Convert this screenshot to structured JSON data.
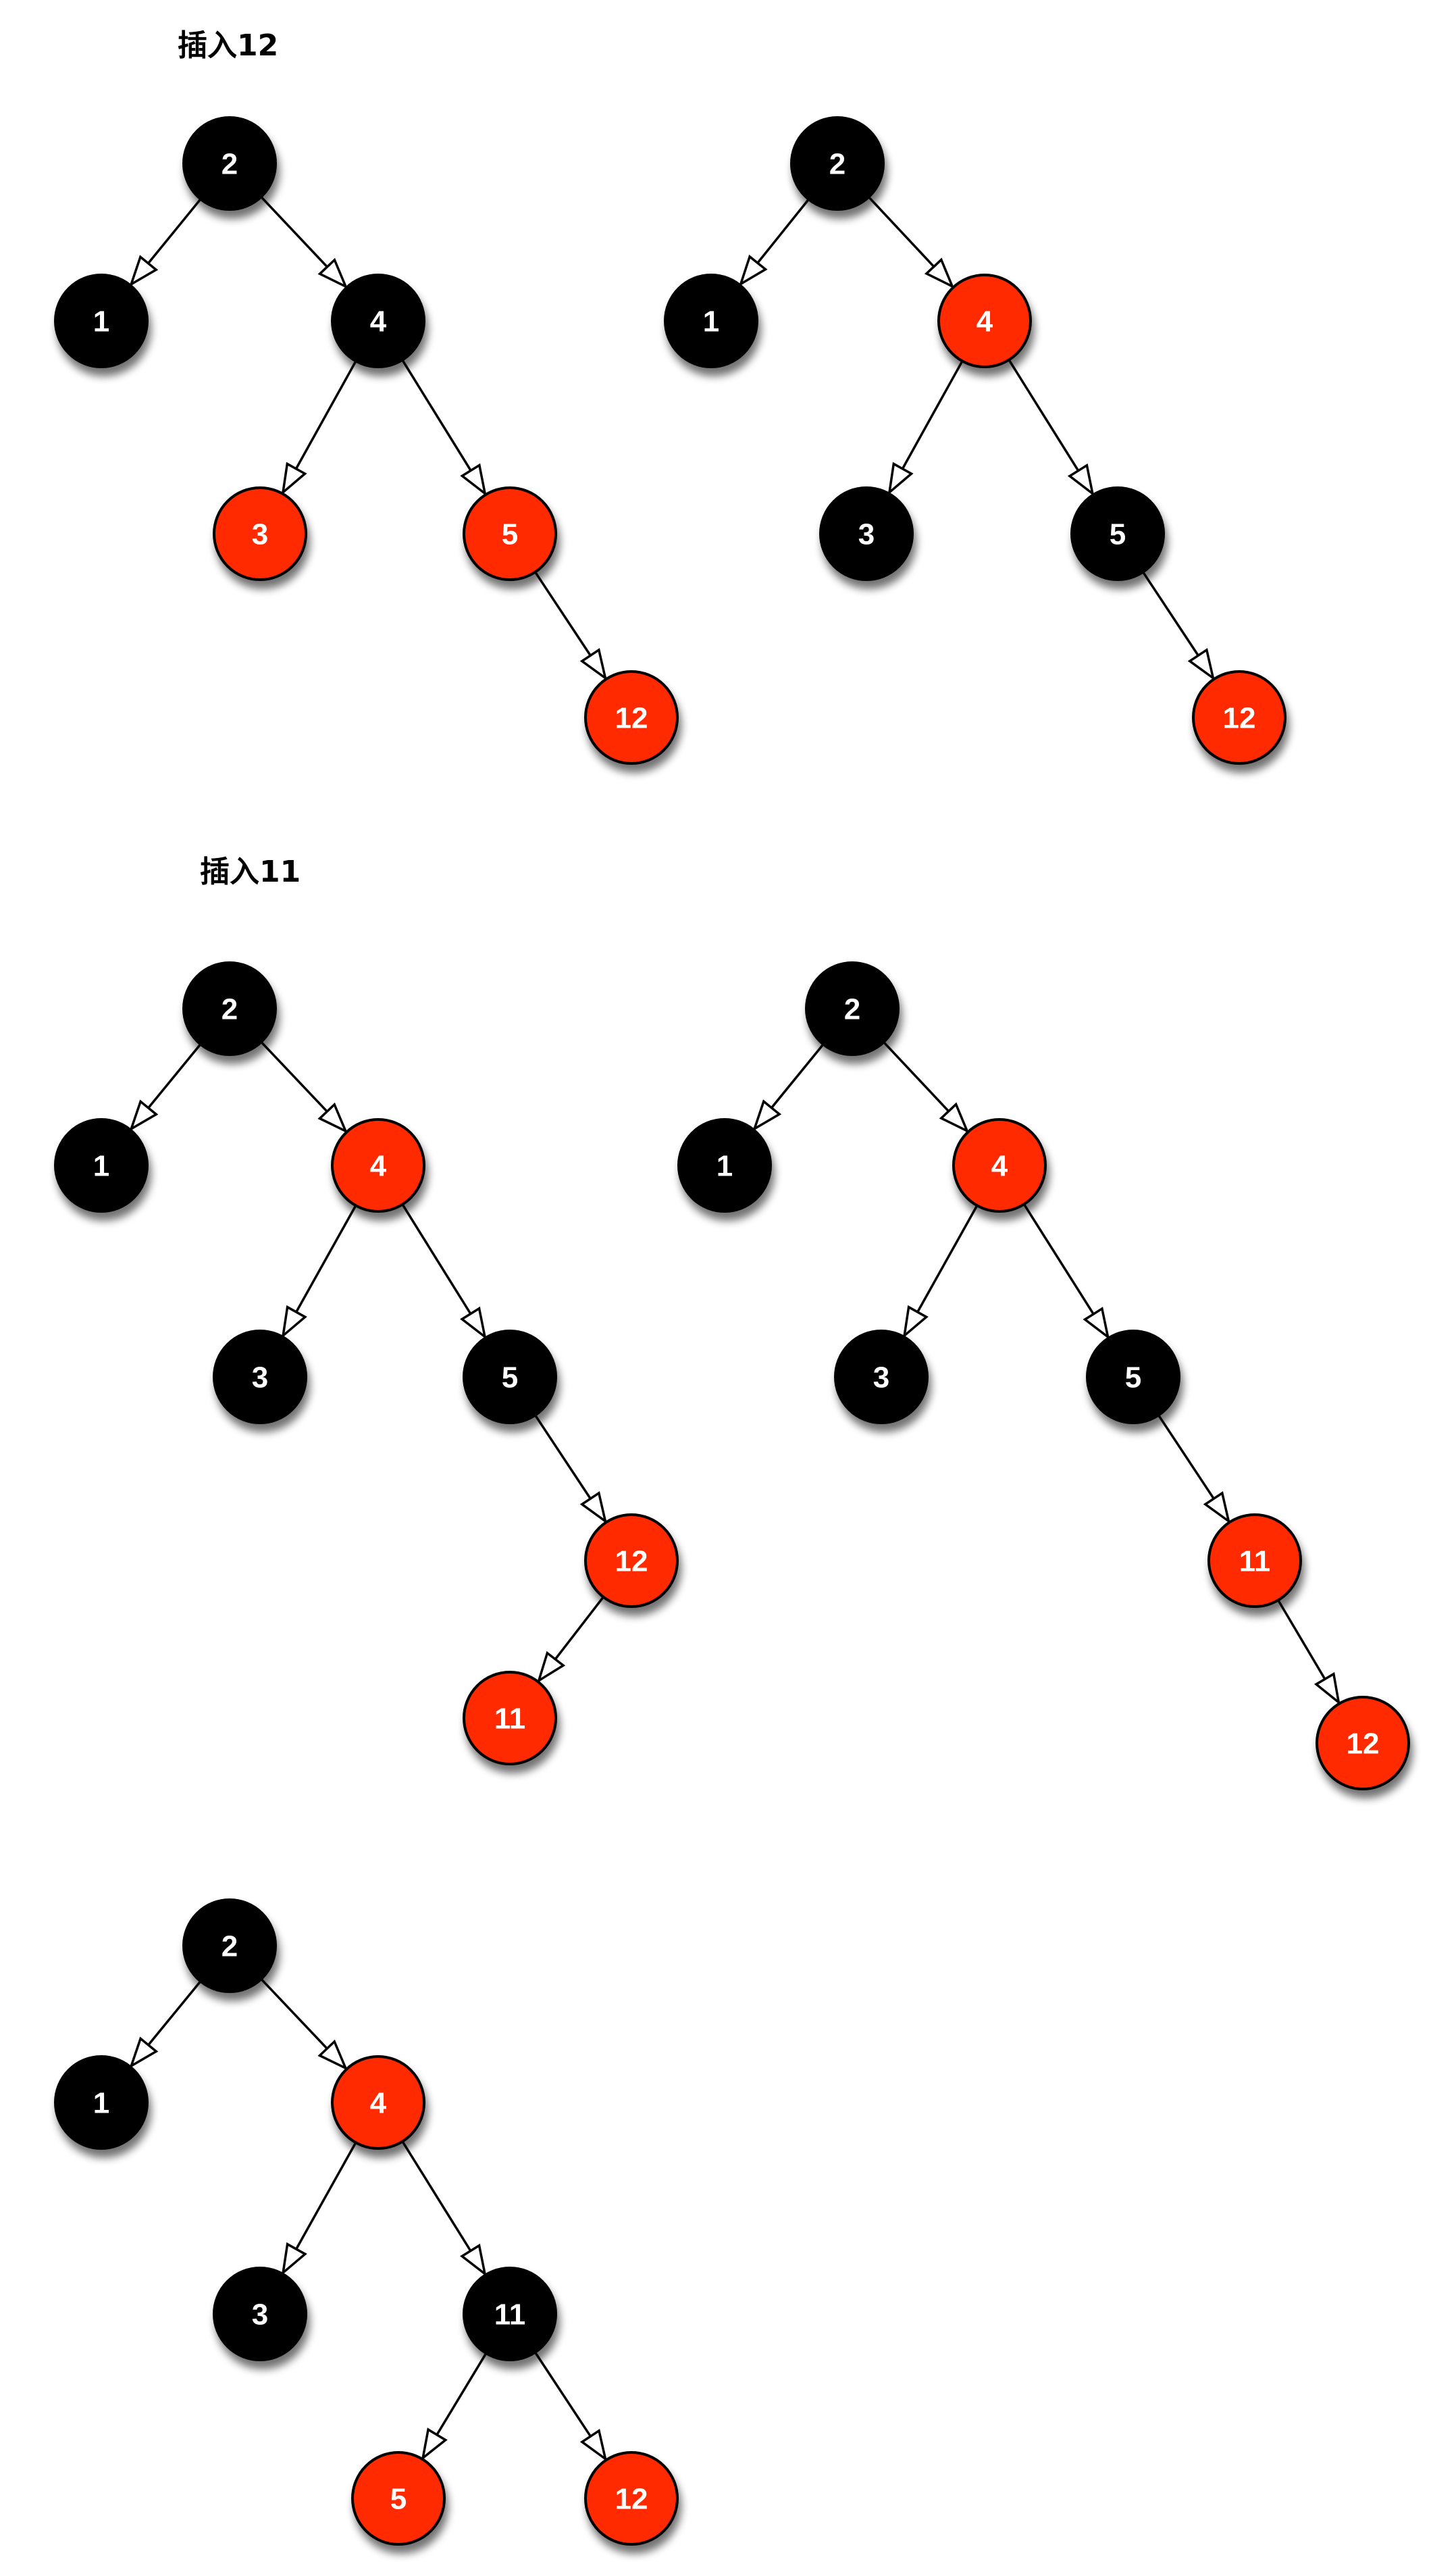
{
  "colors": {
    "red": "#ff2a00",
    "black": "#000000",
    "label": "#ffffff",
    "edge": "#000000",
    "arrowhead_fill": "#ffffff"
  },
  "sections": [
    {
      "id": "insert-12",
      "title": "插入12"
    },
    {
      "id": "insert-11",
      "title": "插入11"
    }
  ],
  "trees": [
    {
      "id": "tree-1",
      "section": "insert-12",
      "nodes": [
        {
          "id": "n2",
          "label": "2",
          "color": "black"
        },
        {
          "id": "n1",
          "label": "1",
          "color": "black"
        },
        {
          "id": "n4",
          "label": "4",
          "color": "black"
        },
        {
          "id": "n3",
          "label": "3",
          "color": "red"
        },
        {
          "id": "n5",
          "label": "5",
          "color": "red"
        },
        {
          "id": "n12",
          "label": "12",
          "color": "red"
        }
      ],
      "edges": [
        [
          "n2",
          "n1"
        ],
        [
          "n2",
          "n4"
        ],
        [
          "n4",
          "n3"
        ],
        [
          "n4",
          "n5"
        ],
        [
          "n5",
          "n12"
        ]
      ]
    },
    {
      "id": "tree-2",
      "section": "insert-12",
      "nodes": [
        {
          "id": "n2",
          "label": "2",
          "color": "black"
        },
        {
          "id": "n1",
          "label": "1",
          "color": "black"
        },
        {
          "id": "n4",
          "label": "4",
          "color": "red"
        },
        {
          "id": "n3",
          "label": "3",
          "color": "black"
        },
        {
          "id": "n5",
          "label": "5",
          "color": "black"
        },
        {
          "id": "n12",
          "label": "12",
          "color": "red"
        }
      ],
      "edges": [
        [
          "n2",
          "n1"
        ],
        [
          "n2",
          "n4"
        ],
        [
          "n4",
          "n3"
        ],
        [
          "n4",
          "n5"
        ],
        [
          "n5",
          "n12"
        ]
      ]
    },
    {
      "id": "tree-3",
      "section": "insert-11",
      "nodes": [
        {
          "id": "n2",
          "label": "2",
          "color": "black"
        },
        {
          "id": "n1",
          "label": "1",
          "color": "black"
        },
        {
          "id": "n4",
          "label": "4",
          "color": "red"
        },
        {
          "id": "n3",
          "label": "3",
          "color": "black"
        },
        {
          "id": "n5",
          "label": "5",
          "color": "black"
        },
        {
          "id": "n12",
          "label": "12",
          "color": "red"
        },
        {
          "id": "n11",
          "label": "11",
          "color": "red"
        }
      ],
      "edges": [
        [
          "n2",
          "n1"
        ],
        [
          "n2",
          "n4"
        ],
        [
          "n4",
          "n3"
        ],
        [
          "n4",
          "n5"
        ],
        [
          "n5",
          "n12"
        ],
        [
          "n12",
          "n11"
        ]
      ]
    },
    {
      "id": "tree-4",
      "section": "insert-11",
      "nodes": [
        {
          "id": "n2",
          "label": "2",
          "color": "black"
        },
        {
          "id": "n1",
          "label": "1",
          "color": "black"
        },
        {
          "id": "n4",
          "label": "4",
          "color": "red"
        },
        {
          "id": "n3",
          "label": "3",
          "color": "black"
        },
        {
          "id": "n5",
          "label": "5",
          "color": "black"
        },
        {
          "id": "n11",
          "label": "11",
          "color": "red"
        },
        {
          "id": "n12",
          "label": "12",
          "color": "red"
        }
      ],
      "edges": [
        [
          "n2",
          "n1"
        ],
        [
          "n2",
          "n4"
        ],
        [
          "n4",
          "n3"
        ],
        [
          "n4",
          "n5"
        ],
        [
          "n5",
          "n11"
        ],
        [
          "n11",
          "n12"
        ]
      ]
    },
    {
      "id": "tree-5",
      "section": "insert-11",
      "nodes": [
        {
          "id": "n2",
          "label": "2",
          "color": "black"
        },
        {
          "id": "n1",
          "label": "1",
          "color": "black"
        },
        {
          "id": "n4",
          "label": "4",
          "color": "red"
        },
        {
          "id": "n3",
          "label": "3",
          "color": "black"
        },
        {
          "id": "n11",
          "label": "11",
          "color": "black"
        },
        {
          "id": "n5",
          "label": "5",
          "color": "red"
        },
        {
          "id": "n12",
          "label": "12",
          "color": "red"
        }
      ],
      "edges": [
        [
          "n2",
          "n1"
        ],
        [
          "n2",
          "n4"
        ],
        [
          "n4",
          "n3"
        ],
        [
          "n4",
          "n11"
        ],
        [
          "n11",
          "n5"
        ],
        [
          "n11",
          "n12"
        ]
      ]
    }
  ]
}
